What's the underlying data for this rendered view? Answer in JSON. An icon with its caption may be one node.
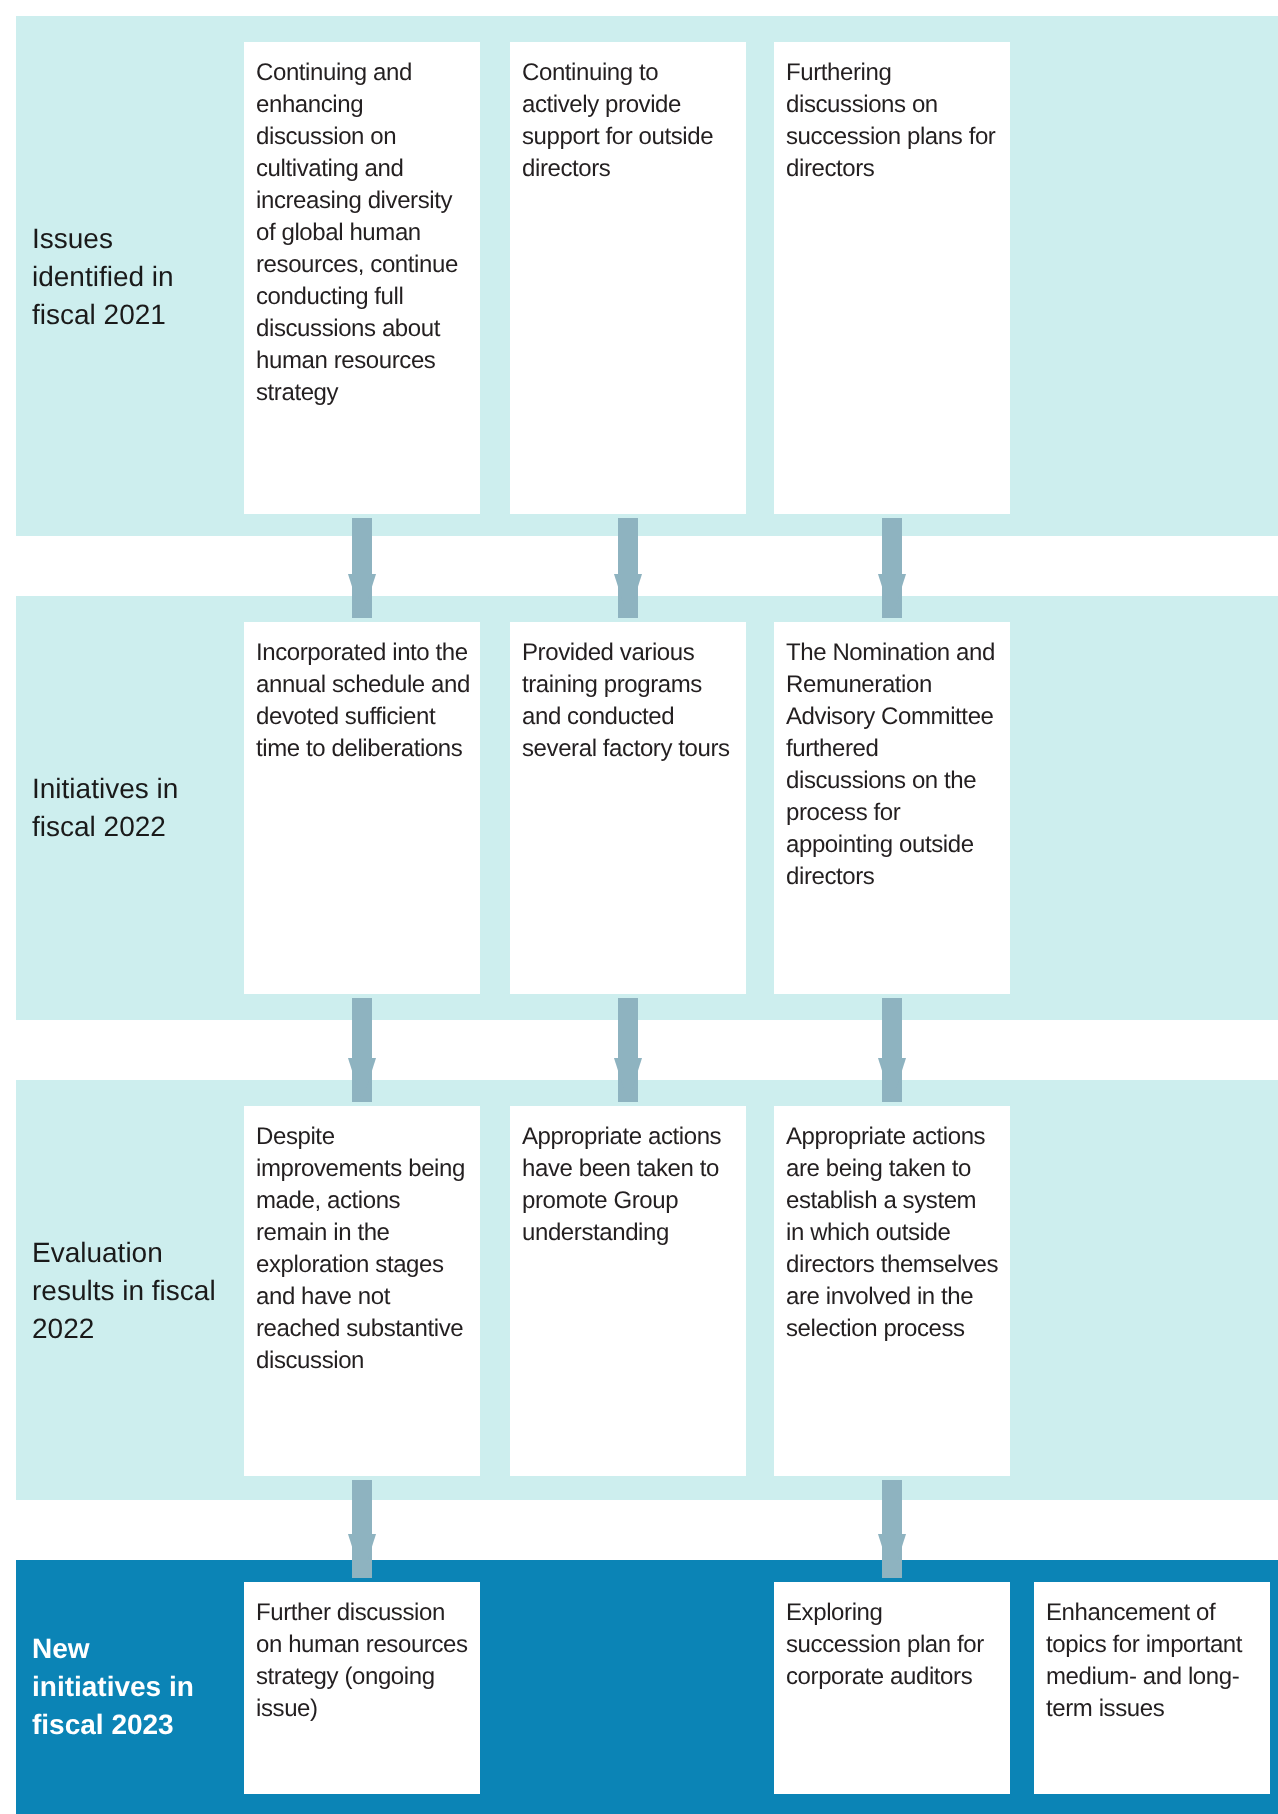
{
  "diagram": {
    "nodes": [
      {
        "text": [
          "Issues identified in fiscal 2021"
        ]
      },
      {
        "text": [
          "Continuing and enhancing discussion on cultivating and increasing diversity of global human resources, continue conducting full discussions about human resources strategy"
        ],
        "in": 0
      },
      {
        "text": [
          "Continuing to actively provide support for outside directors"
        ],
        "in": 0
      },
      {
        "text": [
          "Furthering discussions on succession plans for directors"
        ],
        "in": 0
      },
      {
        "text": [
          "Initiatives in fiscal 2022"
        ]
      },
      {
        "text": [
          "Incorporated into the annual schedule and devoted sufficient time to deliberations"
        ],
        "in": 4
      },
      {
        "text": [
          "Provided various training programs and conducted several factory tours"
        ],
        "in": 4
      },
      {
        "text": [
          "The Nomination and Remuneration Advisory Committee furthered discussions on the process for appointing outside directors"
        ],
        "in": 4
      },
      {
        "text": [
          "Evaluation results in fiscal 2022"
        ]
      },
      {
        "text": [
          "Despite improvements being made, actions remain in the exploration stages and have not reached substantive discussion"
        ],
        "in": 8
      },
      {
        "text": [
          "Appropriate actions have been taken to promote Group understanding"
        ],
        "in": 8
      },
      {
        "text": [
          "Appropriate actions are being taken to establish a system in which outside directors themselves are involved in the selection process"
        ],
        "in": 8
      },
      {
        "text": [
          "New initiatives in fiscal 2023"
        ]
      },
      {
        "text": [
          "Further discussion on human resources strategy (ongoing issue)"
        ],
        "in": 12
      },
      {
        "text": [
          "Exploring succession plan for corporate auditors"
        ],
        "in": 12
      },
      {
        "text": [
          "Enhancement of topics for important medium- and long-term issues"
        ],
        "in": 12
      }
    ],
    "edges": [
      {
        "from": 1,
        "to": 5,
        "arrow": "to"
      },
      {
        "from": 2,
        "to": 6,
        "arrow": "to"
      },
      {
        "from": 3,
        "to": 7,
        "arrow": "to"
      },
      {
        "from": 5,
        "to": 9,
        "arrow": "to"
      },
      {
        "from": 6,
        "to": 10,
        "arrow": "to"
      },
      {
        "from": 7,
        "to": 11,
        "arrow": "to"
      },
      {
        "from": 9,
        "to": 13,
        "arrow": "to"
      },
      {
        "from": 11,
        "to": 14,
        "arrow": "to"
      }
    ]
  }
}
